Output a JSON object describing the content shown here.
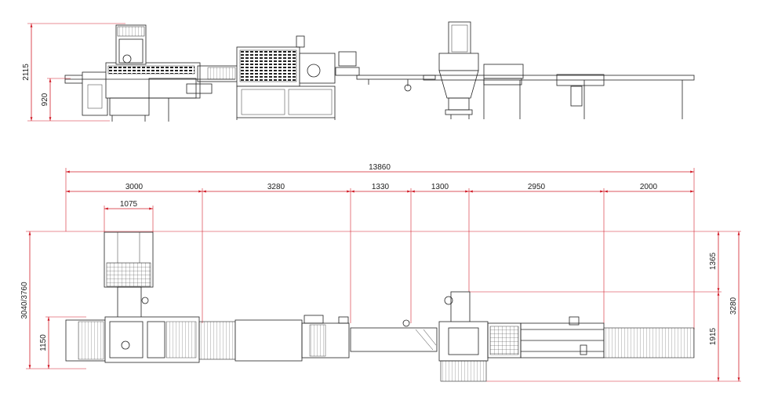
{
  "dimensions": {
    "side_view": {
      "total_height": "2115",
      "conveyor_height": "920"
    },
    "plan_view": {
      "overall_length": "13860",
      "segments": [
        "3000",
        "3280",
        "1330",
        "1300",
        "2950",
        "2000"
      ],
      "feeder_width": "1075",
      "left_width": "3040/3760",
      "left_line_width": "1150",
      "right_upper": "1365",
      "right_lower": "1915",
      "right_total": "3280"
    }
  },
  "colors": {
    "dimension_lines": "#d21f2a",
    "machine_lines": "#222222"
  }
}
